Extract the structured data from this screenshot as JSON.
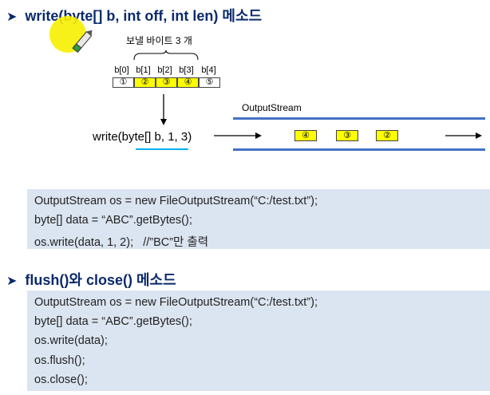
{
  "heading1": {
    "bullet": "➤",
    "text": "write(byte[] b, int off, int len) 메소드"
  },
  "diagram": {
    "bytes_label": "보낼 바이트 3 개",
    "indices": [
      "b[0]",
      "b[1]",
      "b[2]",
      "b[3]",
      "b[4]"
    ],
    "cells": [
      "①",
      "②",
      "③",
      "④",
      "⑤"
    ],
    "call_text": "write(byte[] b, 1, 3)",
    "stream_label": "OutputStream",
    "stream_cells": [
      "④",
      "③",
      "②"
    ]
  },
  "code1": [
    "OutputStream os = new FileOutputStream(“C:/test.txt”);",
    "byte[] data = “ABC”.getBytes();",
    "os.write(data, 1, 2);   //”BC”만 출력"
  ],
  "heading2": {
    "bullet": "➤",
    "text": "flush()와 close() 메소드"
  },
  "code2": [
    "OutputStream os = new FileOutputStream(“C:/test.txt”);",
    "byte[] data = “ABC”.getBytes();",
    "os.write(data);",
    "os.flush();",
    "os.close();"
  ],
  "colors": {
    "heading": "#0b2a6b",
    "code_bg": "#dbe5f1",
    "cell_fill": "#ffff00",
    "stream_line": "#4472c4",
    "underline": "#00b0f0"
  }
}
